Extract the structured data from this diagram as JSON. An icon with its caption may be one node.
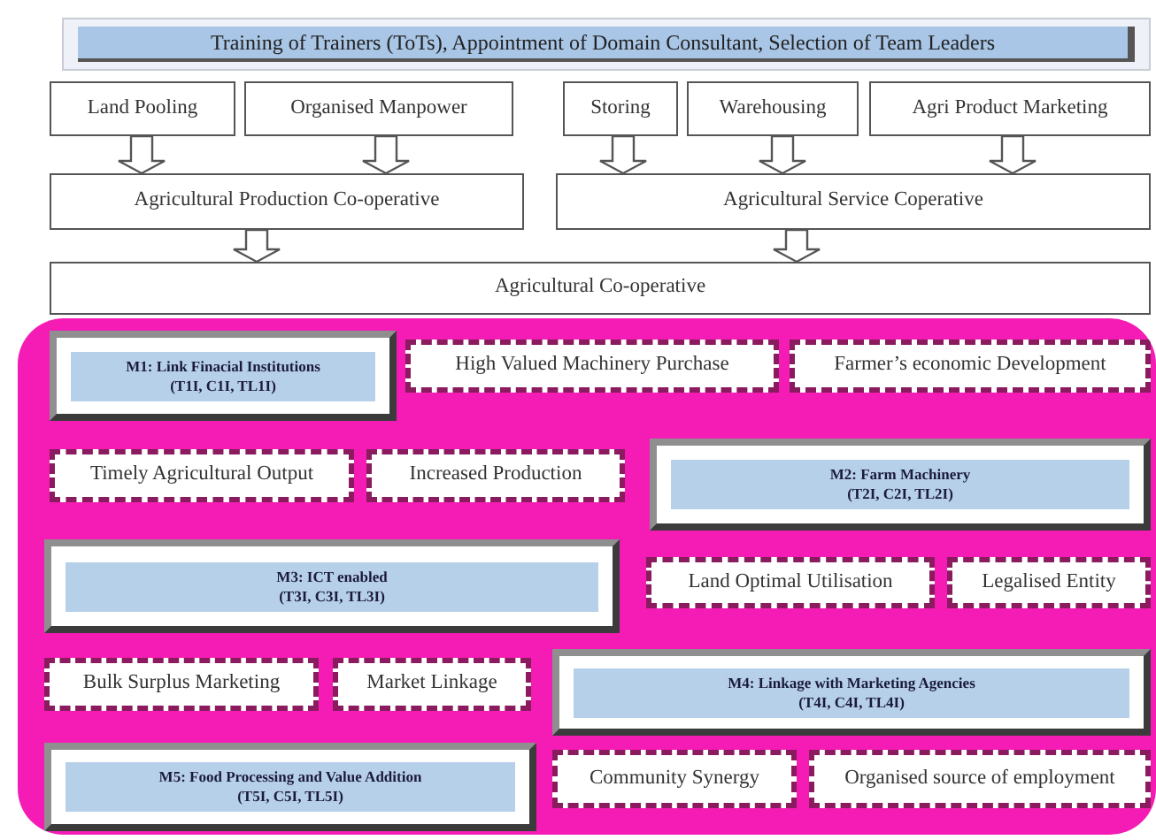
{
  "diagram": {
    "nodes": [
      {
        "text": [
          "Training of Trainers (ToTs), Appointment of Domain Consultant, Selection of Team Leaders"
        ]
      },
      {
        "text": [
          "Land Pooling"
        ]
      },
      {
        "text": [
          "Organised Manpower"
        ]
      },
      {
        "text": [
          "Storing"
        ]
      },
      {
        "text": [
          "Warehousing"
        ]
      },
      {
        "text": [
          "Agri Product Marketing"
        ]
      },
      {
        "text": [
          "Agricultural Production Co-operative"
        ]
      },
      {
        "text": [
          "Agricultural Service Coperative"
        ]
      },
      {
        "text": [
          "Agricultural Co-operative"
        ]
      },
      {
        "text": [],
        "shape": "box"
      },
      {
        "text": [
          "M1: Link Finacial Institutions",
          "(T1I, C1I, TL1I)"
        ],
        "in": 9
      },
      {
        "text": [
          "High Valued Machinery Purchase"
        ],
        "in": 9
      },
      {
        "text": [
          "Farmer’s economic Development"
        ],
        "in": 9
      },
      {
        "text": [
          "Timely Agricultural Output"
        ],
        "in": 9
      },
      {
        "text": [
          "Increased Production"
        ],
        "in": 9
      },
      {
        "text": [
          "M2: Farm Machinery",
          "(T2I, C2I, TL2I)"
        ],
        "in": 9
      },
      {
        "text": [
          "M3: ICT enabled",
          "(T3I, C3I, TL3I)"
        ],
        "in": 9
      },
      {
        "text": [
          "Land Optimal Utilisation"
        ],
        "in": 9
      },
      {
        "text": [
          "Legalised Entity"
        ],
        "in": 9
      },
      {
        "text": [
          "Bulk Surplus Marketing"
        ],
        "in": 9
      },
      {
        "text": [
          "Market Linkage"
        ],
        "in": 9
      },
      {
        "text": [
          "M4: Linkage with  Marketing Agencies",
          "(T4I, C4I, TL4I)"
        ],
        "in": 9
      },
      {
        "text": [
          "Community Synergy"
        ],
        "in": 9
      },
      {
        "text": [
          "Organised source of employment"
        ],
        "in": 9
      },
      {
        "text": [
          "M5: Food Processing and Value Addition",
          "(T5I, C5I, TL5I)"
        ],
        "in": 9
      }
    ],
    "edges": [
      {
        "from": 1,
        "to": 6,
        "arrow": "to"
      },
      {
        "from": 2,
        "to": 6,
        "arrow": "to"
      },
      {
        "from": 3,
        "to": 7,
        "arrow": "to"
      },
      {
        "from": 4,
        "to": 7,
        "arrow": "to"
      },
      {
        "from": 5,
        "to": 7,
        "arrow": "to"
      },
      {
        "from": 6,
        "to": 8,
        "arrow": "to"
      },
      {
        "from": 7,
        "to": 8,
        "arrow": "to"
      }
    ]
  }
}
